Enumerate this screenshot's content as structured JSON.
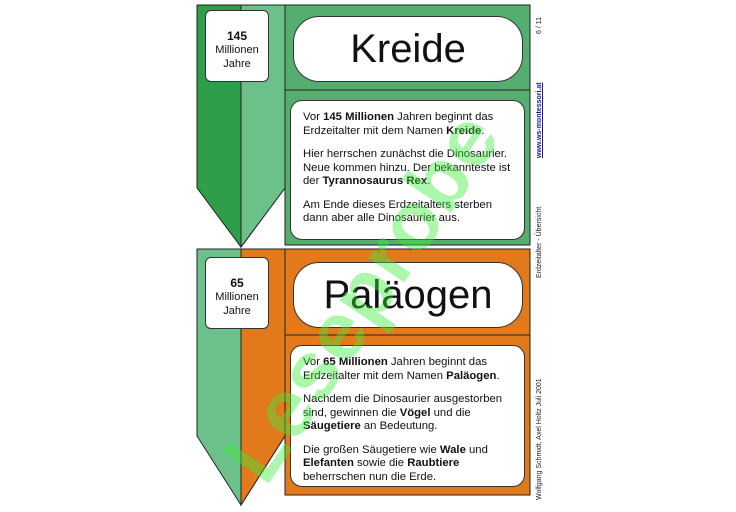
{
  "colors": {
    "kreide_green": "#55ae6f",
    "kreide_dark": "#2f9e48",
    "palaeogen_orange": "#e27a1c"
  },
  "page_number": "6 / 11",
  "side_link": "www.ws-montessori.at",
  "side_subject": "Erdzeitalter - Übersicht",
  "side_authors": "Wolfgang Schmidt, Axel Holtz  Juli 2001",
  "watermark": "Leseprobe",
  "kreide": {
    "age_number": "145",
    "age_unit": "Millionen",
    "age_word": "Jahre",
    "title": "Kreide",
    "p1": {
      "t1": "Vor ",
      "b1": "145 Millionen",
      "t2": " Jahren beginnt das Erdzeitalter mit dem Namen ",
      "b2": "Kreide",
      "t3": "."
    },
    "p2": {
      "t1": "Hier herrschen zunächst die Dinosaurier. Neue kommen hinzu. Der bekannteste ist der ",
      "b1": "Tyrannosaurus Rex",
      "t2": "."
    },
    "p3": {
      "t1": "Am Ende dieses Erdzeitalters sterben dann aber alle Dinosaurier aus."
    }
  },
  "palaeogen": {
    "age_number": "65",
    "age_unit": "Millionen",
    "age_word": "Jahre",
    "title": "Paläogen",
    "p1": {
      "t1": "Vor ",
      "b1": "65 Millionen",
      "t2": " Jahren beginnt das Erdzeitalter mit dem Namen ",
      "b2": "Paläogen",
      "t3": "."
    },
    "p2": {
      "t1": "Nachdem die Dinosaurier ausgestorben sind, gewinnen die ",
      "b1": "Vögel",
      "t2": " und die ",
      "b2": "Säugetiere",
      "t3": " an Bedeutung."
    },
    "p3": {
      "t1": "Die großen Säugetiere wie ",
      "b1": "Wale",
      "t2": " und ",
      "b2": "Elefanten",
      "t3": " sowie die ",
      "b3": "Raubtiere",
      "t4": " beherrschen nun die Erde."
    }
  }
}
